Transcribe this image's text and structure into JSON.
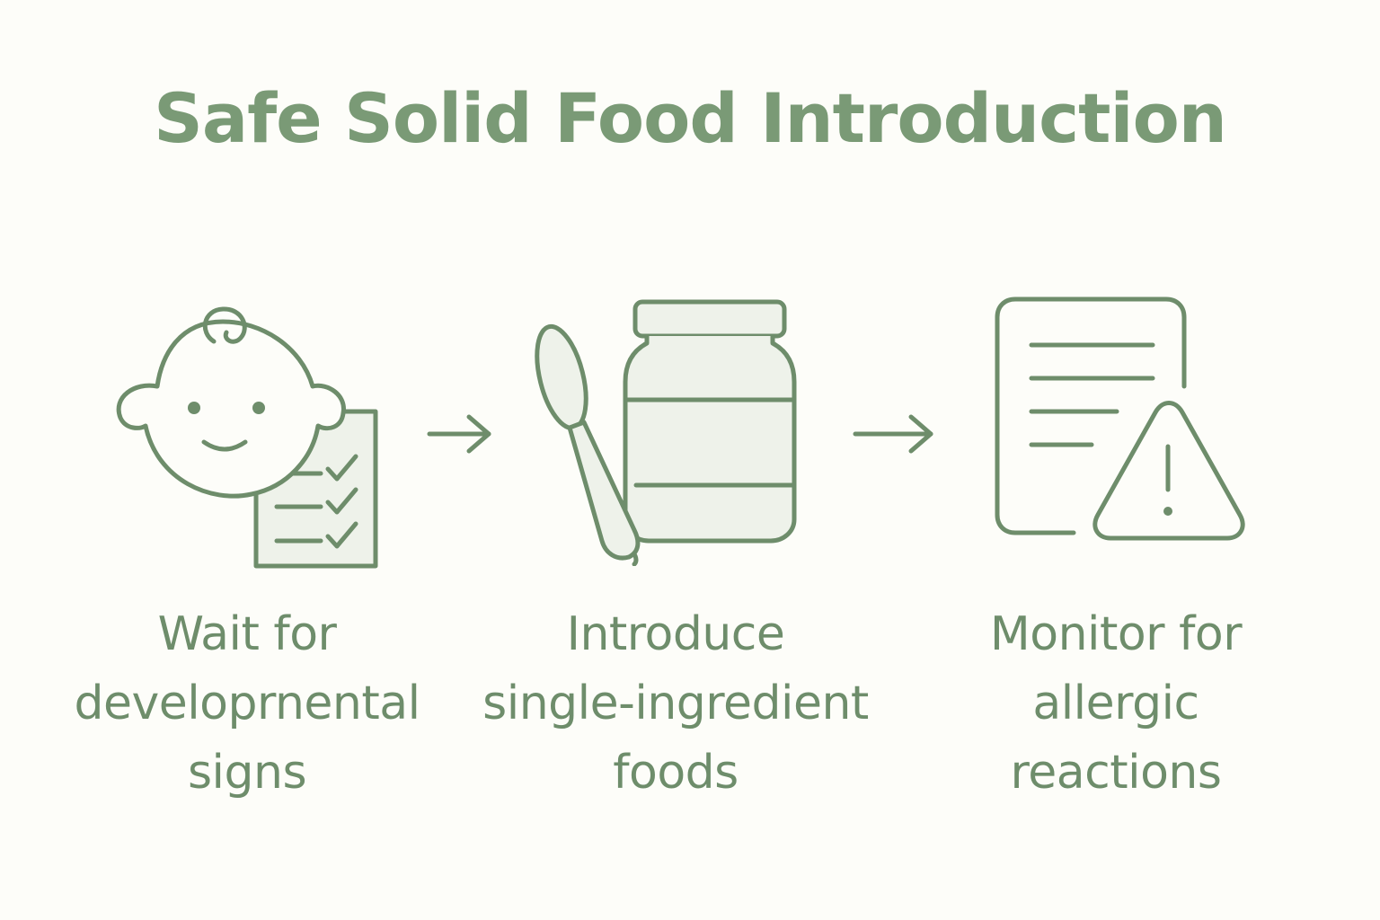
{
  "title": "Safe Solid Food Introduction",
  "colors": {
    "background": "#fdfdf9",
    "accent": "#6e8d6b",
    "icon_fill": "#eef2ea"
  },
  "steps": [
    {
      "icon": "baby-checklist-icon",
      "label_lines": [
        "Wait for",
        "developrnental",
        "signs"
      ]
    },
    {
      "icon": "spoon-jar-icon",
      "label_lines": [
        "Introduce",
        "single-ingredient",
        "foods"
      ]
    },
    {
      "icon": "document-warning-icon",
      "label_lines": [
        "Monitor for",
        "allergic",
        "reactions"
      ]
    }
  ],
  "arrows": [
    "arrow-right-icon",
    "arrow-right-icon"
  ]
}
